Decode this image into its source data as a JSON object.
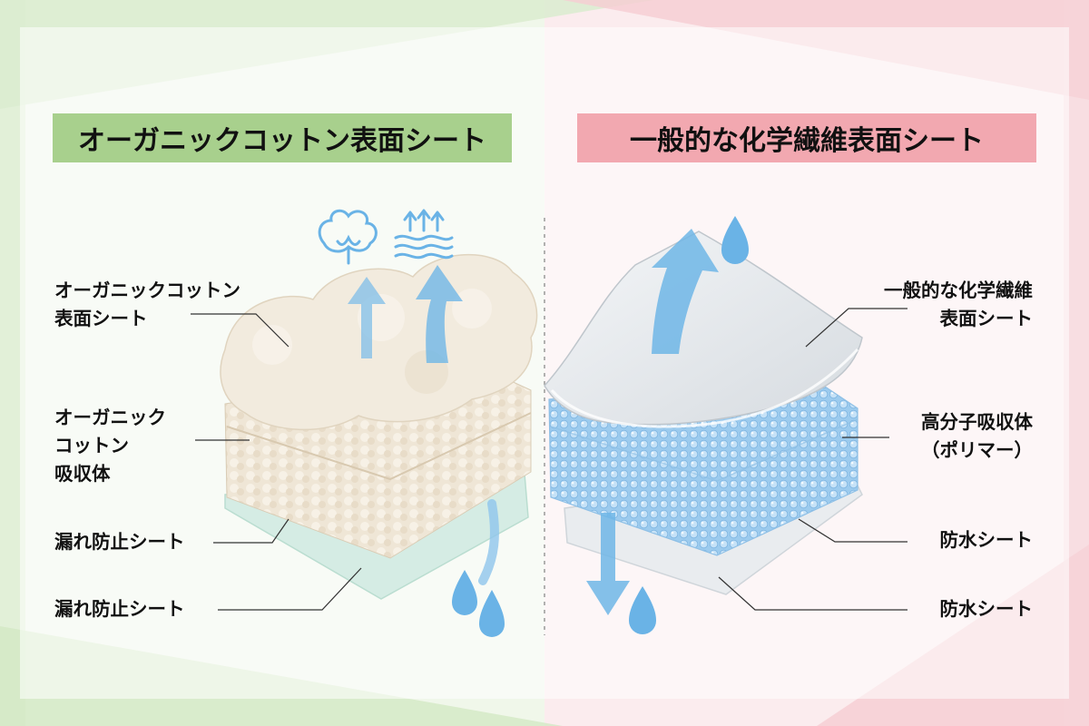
{
  "colors": {
    "left_accent": "#a8d08d",
    "right_accent": "#f2a8b0",
    "arrow_blue": "#7fbde8",
    "drop_blue": "#6ab3e6",
    "cotton": "#efe6d6",
    "polymer_blue": "#a9d3f2",
    "leak_sheet": "#d4ece4",
    "film": "#e9ecef"
  },
  "left": {
    "title": "オーガニックコットン表面シート",
    "labels": {
      "surface_sheet": [
        "オーガニックコットン",
        "表面シート"
      ],
      "absorbent": [
        "オーガニック",
        "コットン",
        "吸収体"
      ],
      "leak_sheet_1": "漏れ防止シート",
      "leak_sheet_2": "漏れ防止シート"
    },
    "icons": [
      "cotton-flower-icon",
      "breathable-air-icon"
    ]
  },
  "right": {
    "title": "一般的な化学繊維表面シート",
    "labels": {
      "surface_sheet": [
        "一般的な化学繊維",
        "表面シート"
      ],
      "polymer": [
        "高分子吸収体",
        "（ポリマー）"
      ],
      "waterproof_1": "防水シート",
      "waterproof_2": "防水シート"
    },
    "icons": [
      "water-drop-icon"
    ]
  }
}
